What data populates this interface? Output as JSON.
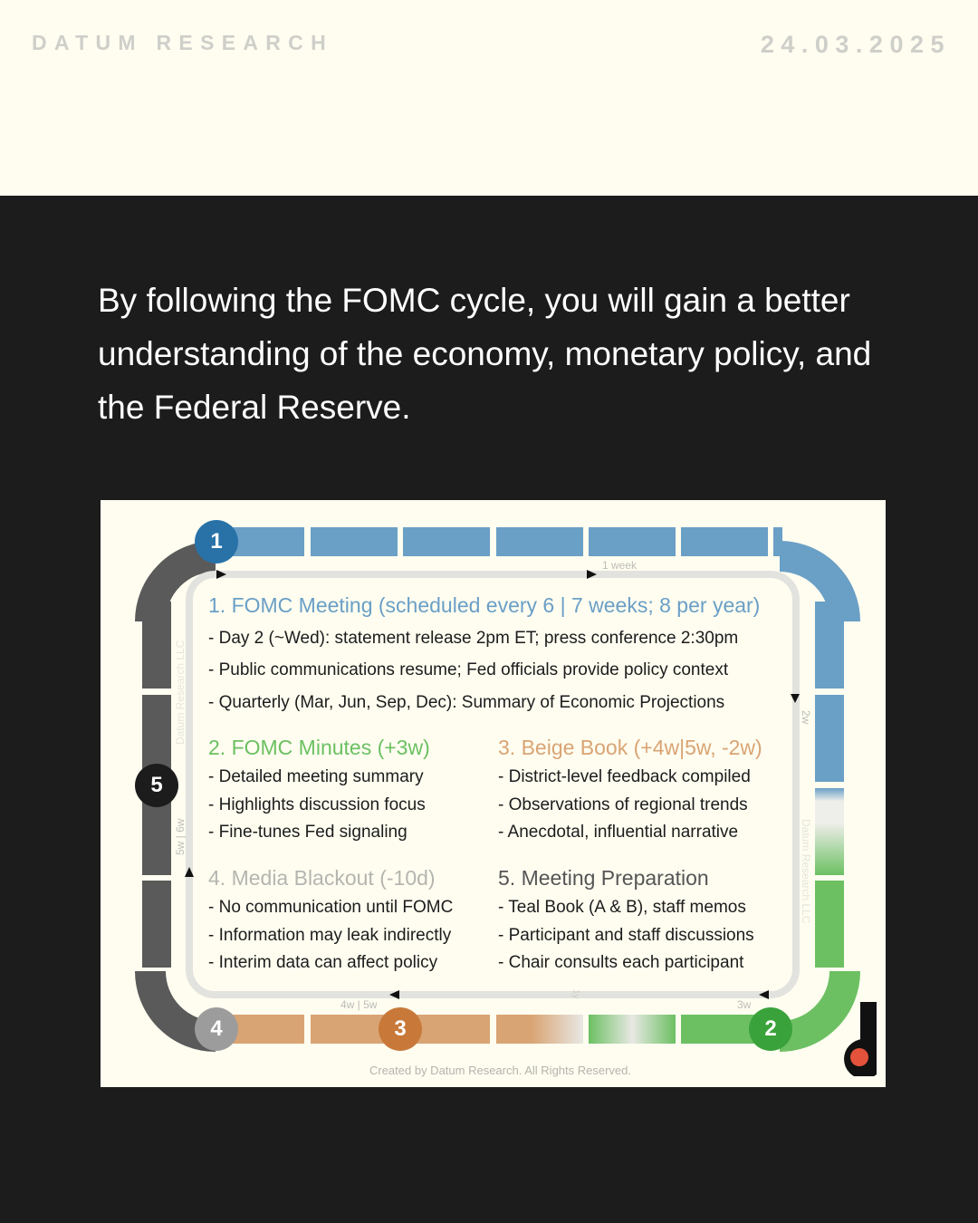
{
  "header": {
    "brand": "DATUM RESEARCH",
    "date": "24.03.2025"
  },
  "intro": "By following the FOMC cycle, you will gain a better understanding of the economy, monetary policy, and the Federal Reserve.",
  "diagram": {
    "badges": [
      {
        "label": "1",
        "color": "#2872a8"
      },
      {
        "label": "2",
        "color": "#3aa23a"
      },
      {
        "label": "3",
        "color": "#c8793a"
      },
      {
        "label": "4",
        "color": "#9c9c9c"
      },
      {
        "label": "5",
        "color": "#1c1c1c"
      }
    ],
    "edge_labels": {
      "top": "1 week",
      "right": "2w",
      "bottom_right": "3w",
      "bottom_left": "4w | 5w",
      "left": "5w | 6w",
      "bottom_mid": "1y"
    },
    "watermarks": {
      "left": "Datum Research LLC",
      "right": "Datum Research LLC"
    },
    "sections": {
      "meeting": {
        "title": "1. FOMC Meeting (scheduled every 6 | 7 weeks; 8 per year)",
        "color": "#6a9fc6",
        "bullets": [
          "- Day 2 (~Wed): statement release 2pm ET; press conference 2:30pm",
          "- Public communications resume; Fed officials provide policy context",
          "- Quarterly (Mar, Jun, Sep, Dec): Summary of Economic Projections"
        ]
      },
      "minutes": {
        "title": "2. FOMC Minutes (+3w)",
        "color": "#6cc062",
        "bullets": [
          "- Detailed meeting summary",
          "- Highlights discussion focus",
          "- Fine-tunes Fed signaling"
        ]
      },
      "beige": {
        "title": "3. Beige Book (+4w|5w, -2w)",
        "color": "#d9a473",
        "bullets": [
          "- District-level feedback compiled",
          "- Observations of regional trends",
          "- Anecdotal, influential narrative"
        ]
      },
      "blackout": {
        "title": "4. Media Blackout (-10d)",
        "color": "#b5b5b0",
        "bullets": [
          "- No communication until FOMC",
          "- Information may leak indirectly",
          "- Interim data can affect policy"
        ]
      },
      "prep": {
        "title": "5. Meeting Preparation",
        "color": "#555555",
        "bullets": [
          "- Teal Book (A & B), staff memos",
          "- Participant and staff discussions",
          "- Chair consults each participant"
        ]
      }
    },
    "footer": "Created by Datum Research. All Rights Reserved."
  }
}
